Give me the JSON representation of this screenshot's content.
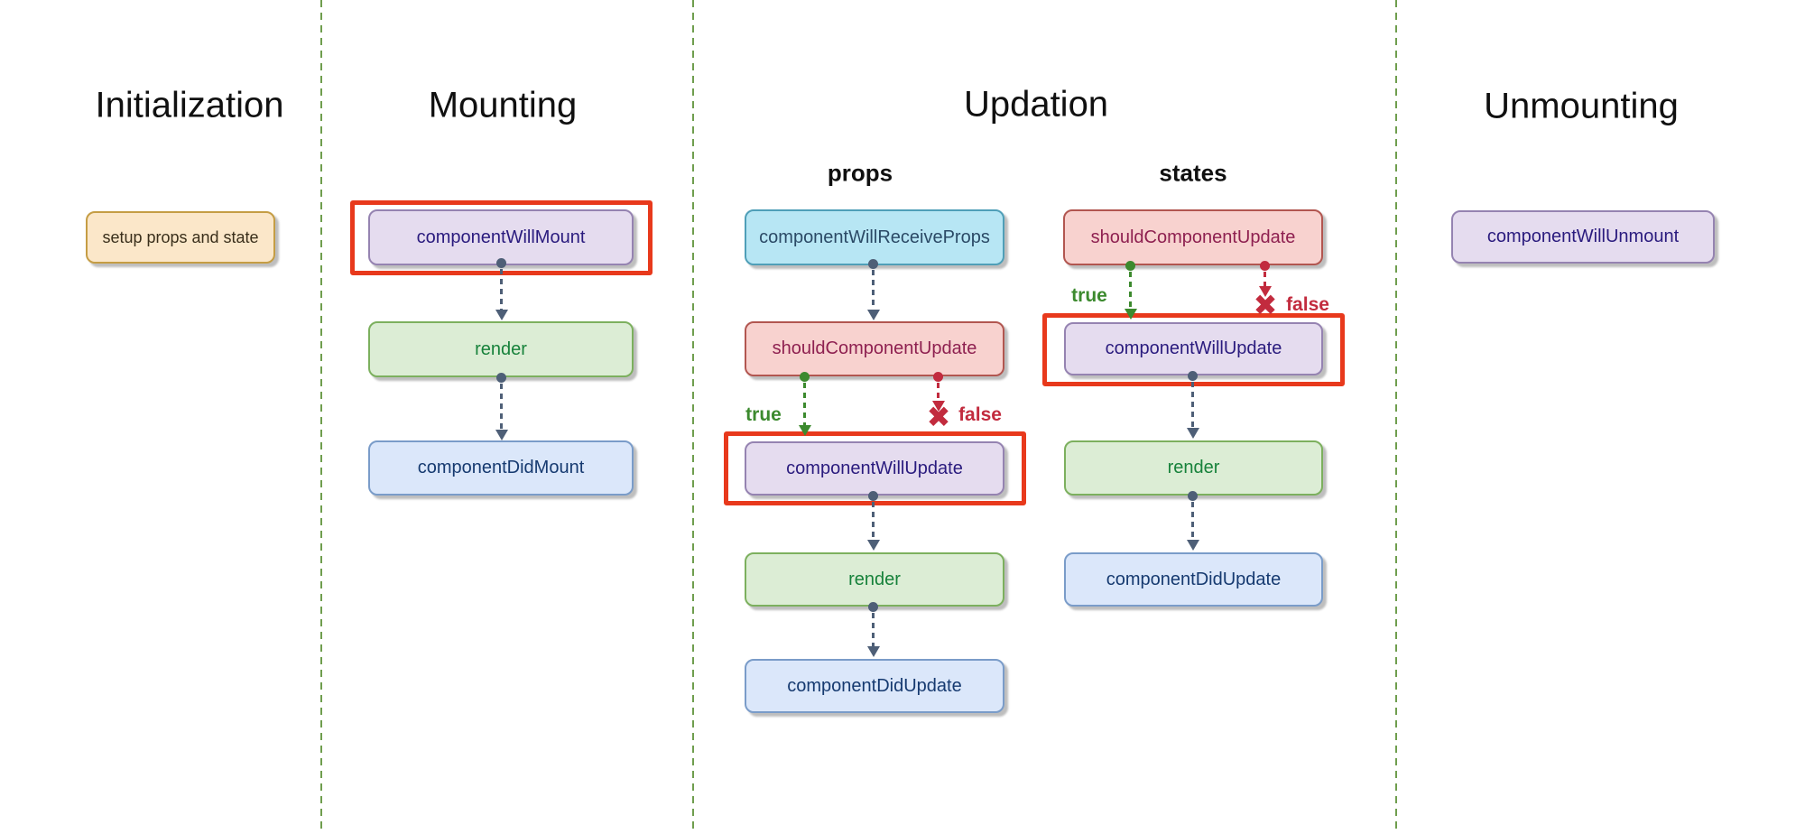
{
  "titles": {
    "initialization": "Initialization",
    "mounting": "Mounting",
    "updation": "Updation",
    "unmounting": "Unmounting",
    "props_column": "props",
    "states_column": "states"
  },
  "branch_labels": {
    "true_label": "true",
    "false_label": "false",
    "reject_mark": "✖"
  },
  "nodes": {
    "setup": {
      "label": "setup props and state"
    },
    "component_will_mount": {
      "label": "componentWillMount"
    },
    "mount_render": {
      "label": "render"
    },
    "component_did_mount": {
      "label": "componentDidMount"
    },
    "component_will_receive_props": {
      "label": "componentWillReceiveProps"
    },
    "props_should_component_update": {
      "label": "shouldComponentUpdate"
    },
    "props_component_will_update": {
      "label": "componentWillUpdate"
    },
    "props_render": {
      "label": "render"
    },
    "props_component_did_update": {
      "label": "componentDidUpdate"
    },
    "states_should_component_update": {
      "label": "shouldComponentUpdate"
    },
    "states_component_will_update": {
      "label": "componentWillUpdate"
    },
    "states_render": {
      "label": "render"
    },
    "states_component_did_update": {
      "label": "componentDidUpdate"
    },
    "component_will_unmount": {
      "label": "componentWillUnmount"
    }
  },
  "colors": {
    "separator_green": "#6f9e4e",
    "highlight_red": "#e8391c",
    "arrow_slate": "#4e5f77",
    "true_green": "#3c8a2e",
    "false_red": "#c22b3e",
    "title_black": "#101010",
    "orange_fill": "#fbe7c9",
    "orange_border": "#c59d44",
    "orange_text": "#3a2f1b",
    "purple_fill": "#e5dcef",
    "purple_border": "#9583b1",
    "purple_text": "#2a1b7e",
    "green_fill": "#dcedd5",
    "green_border": "#7cb05e",
    "green_text": "#17823b",
    "blue_fill": "#dbe7fa",
    "blue_border": "#7a9cc9",
    "blue_text": "#163a70",
    "cyan_fill": "#b7e6f4",
    "cyan_border": "#4f9fb8",
    "cyan_text": "#2b4a66",
    "pink_fill": "#f8d2cf",
    "pink_border": "#b25650",
    "pink_text": "#8e2050"
  }
}
